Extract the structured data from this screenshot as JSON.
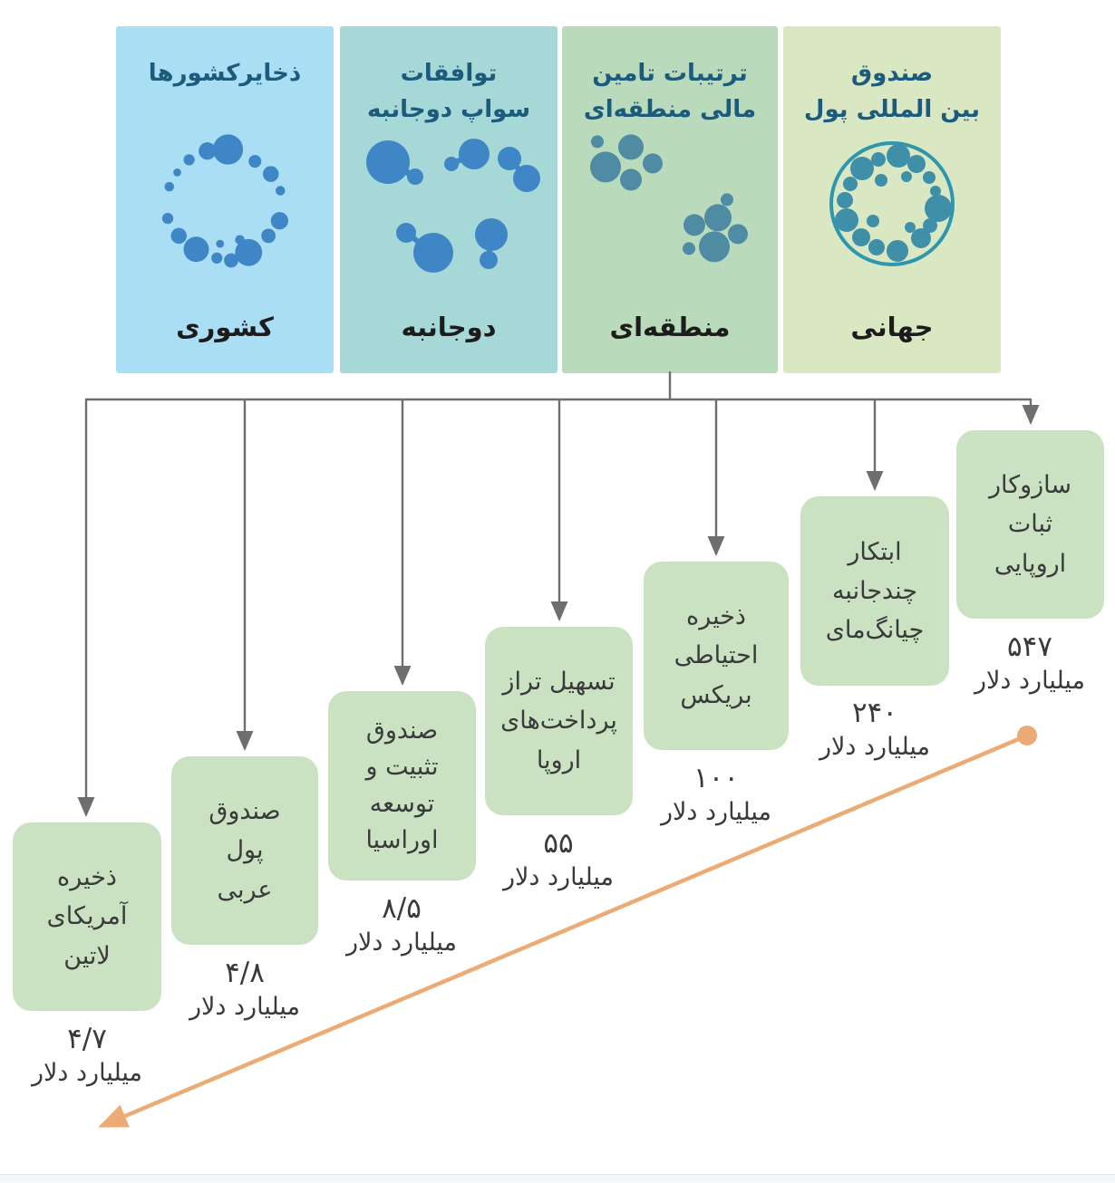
{
  "diagram": {
    "cards": [
      {
        "id": "country",
        "title": "ذخایرکشورها",
        "label": "کشوری",
        "icon": "country-reserves-dots-icon",
        "bg": "#a9def4"
      },
      {
        "id": "bilateral",
        "title": "توافقات\nسواپ دوجانبه",
        "label": "دوجانبه",
        "icon": "bilateral-swap-links-icon",
        "bg": "#a5d8d6"
      },
      {
        "id": "regional",
        "title": "ترتیبات تامین\nمالی منطقه‌ای",
        "label": "منطقه‌ای",
        "icon": "regional-clusters-icon",
        "bg": "#b9dabb"
      },
      {
        "id": "global",
        "title": "صندوق\nبین المللی پول",
        "label": "جهانی",
        "icon": "imf-members-ring-icon",
        "bg": "#d9e8c3"
      }
    ],
    "mechanisms": [
      {
        "name": "سازوکار\nثبات\nاروپایی",
        "value": "۵۴۷",
        "value_en": "547"
      },
      {
        "name": "ابتکار\nچندجانبه\nچیانگ‌مای",
        "value": "۲۴۰",
        "value_en": "240"
      },
      {
        "name": "ذخیره\nاحتیاطی\nبریکس",
        "value": "۱۰۰",
        "value_en": "100"
      },
      {
        "name": "تسهیل تراز\nپرداخت‌های\nاروپا",
        "value": "۵۵",
        "value_en": "55"
      },
      {
        "name": "صندوق\nتثبیت و\nتوسعه\nاوراسیا",
        "value": "۸/۵",
        "value_en": "8.5"
      },
      {
        "name": "صندوق\nپول\nعربی",
        "value": "۴/۸",
        "value_en": "4.8"
      },
      {
        "name": "ذخیره\nآمریکای\nلاتین",
        "value": "۴/۷",
        "value_en": "4.7"
      }
    ],
    "unit": "میلیارد دلار",
    "colors": {
      "card_country_bg": "#a9def4",
      "card_bilateral_bg": "#a5d8d6",
      "card_regional_bg": "#b9dabb",
      "card_global_bg": "#d9e8c3",
      "mechanism_box_bg": "#cae2c1",
      "card_title_text": "#1d5b7d",
      "card_label_text": "#1c1c1c",
      "connector_grey": "#6e6e6e",
      "trend_arrow_orange": "#ecab74",
      "dots_blue": "#3f86c6",
      "dots_teal": "#4f8ca3",
      "imf_ring_teal": "#2e97ad"
    }
  }
}
